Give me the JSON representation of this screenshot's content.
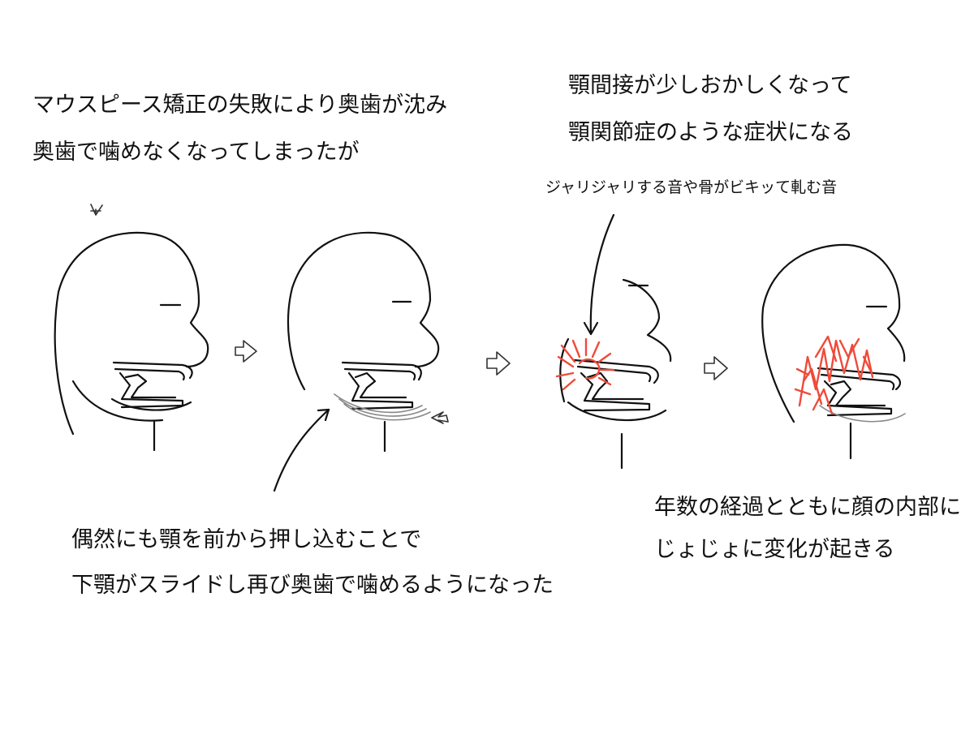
{
  "captions": {
    "top_left_line1": "マウスピース矯正の失敗により奥歯が沈み",
    "top_left_line2": "奥歯で噛めなくなってしまったが",
    "top_right_line1": "顎間接が少しおかしくなって",
    "top_right_line2": "顎関節症のような症状になる",
    "sound_note": "ジャリジャリする音や骨がビキッて軋む音",
    "bottom_left_line1": "偶然にも顎を前から押し込むことで",
    "bottom_left_line2": "下顎がスライドし再び奥歯で噛めるようになった",
    "bottom_right_line1": "年数の経過とともに顔の内部に",
    "bottom_right_line2": "じょじょに変化が起きる"
  },
  "colors": {
    "ink": "#111111",
    "accent_red": "#f04a3a",
    "background": "#ffffff"
  },
  "icons": [
    "arrow-right-icon",
    "arrow-down-icon",
    "arrow-push-icon"
  ]
}
